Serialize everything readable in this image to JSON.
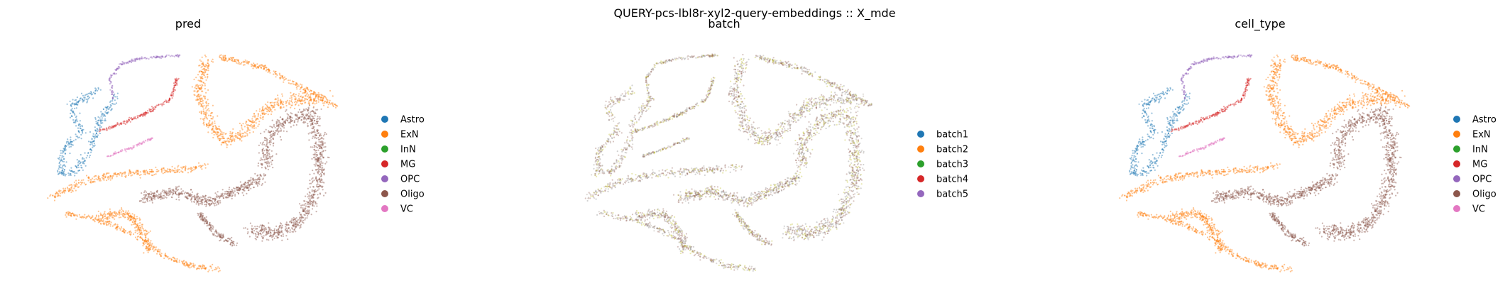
{
  "figure": {
    "suptitle": "QUERY-pcs-lbl8r-xyl2-query-embeddings :: X_mde"
  },
  "chart_data": [
    {
      "type": "scatter",
      "title": "pred",
      "xlabel": "",
      "ylabel": "",
      "grid": false,
      "axes_visible": false,
      "legend_placement": "right",
      "legend": [
        {
          "label": "Astro",
          "color": "#1f77b4"
        },
        {
          "label": "ExN",
          "color": "#ff7f0e"
        },
        {
          "label": "InN",
          "color": "#2ca02c"
        },
        {
          "label": "MG",
          "color": "#d62728"
        },
        {
          "label": "OPC",
          "color": "#9467bd"
        },
        {
          "label": "Oligo",
          "color": "#8c564b"
        },
        {
          "label": "VC",
          "color": "#e377c2"
        }
      ]
    },
    {
      "type": "scatter",
      "title": "batch",
      "xlabel": "",
      "ylabel": "",
      "grid": false,
      "axes_visible": false,
      "legend_placement": "right",
      "legend": [
        {
          "label": "batch1",
          "color": "#1f77b4"
        },
        {
          "label": "batch2",
          "color": "#ff7f0e"
        },
        {
          "label": "batch3",
          "color": "#2ca02c"
        },
        {
          "label": "batch4",
          "color": "#d62728"
        },
        {
          "label": "batch5",
          "color": "#9467bd"
        }
      ]
    },
    {
      "type": "scatter",
      "title": "cell_type",
      "xlabel": "",
      "ylabel": "",
      "grid": false,
      "axes_visible": false,
      "legend_placement": "right",
      "legend": [
        {
          "label": "Astro",
          "color": "#1f77b4"
        },
        {
          "label": "ExN",
          "color": "#ff7f0e"
        },
        {
          "label": "InN",
          "color": "#2ca02c"
        },
        {
          "label": "MG",
          "color": "#d62728"
        },
        {
          "label": "OPC",
          "color": "#9467bd"
        },
        {
          "label": "Oligo",
          "color": "#8c564b"
        },
        {
          "label": "VC",
          "color": "#e377c2"
        }
      ]
    }
  ]
}
